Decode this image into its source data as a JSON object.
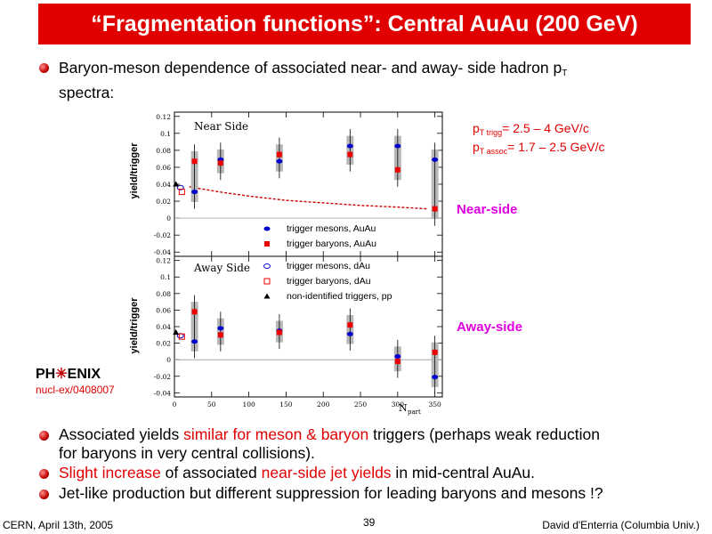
{
  "title": "“Fragmentation functions”: Central AuAu (200 GeV)",
  "bullets": {
    "b1_line1_main": "Baryon-meson dependence of associated near- and away- side hadron p",
    "b1_line1_sub": "T",
    "b1_line2": "spectra:",
    "b2_prefix": "Associated yields ",
    "b2_red": "similar for meson & baryon",
    "b2_suffix": " triggers (perhaps weak reduction",
    "b2_line2": "for baryons in very central collisions).",
    "b3_red1": "Slight increase",
    "b3_mid": " of associated ",
    "b3_red2": "near-side jet yields",
    "b3_suffix": " in mid-central AuAu.",
    "b4": "Jet-like production but different suppression for leading baryons and mesons !?"
  },
  "annotations": {
    "ptrig_p": "p",
    "ptrig_sub": "T trigg",
    "ptrig_val": "= 2.5 – 4 GeV/c",
    "passoc_p": "p",
    "passoc_sub": "T assoc",
    "passoc_val": "= 1.7 – 2.5 GeV/c",
    "near_side": "Near-side",
    "away_side": "Away-side",
    "phenix_left": "PH",
    "phenix_right": "ENIX",
    "ref": "nucl-ex/0408007"
  },
  "footer": {
    "left": "CERN, April 13th, 2005",
    "center": "39",
    "right": "David d'Enterria (Columbia Univ.)"
  },
  "colors": {
    "accent": "#e00000",
    "magenta": "#e000e0",
    "meson": "#0000cc",
    "baryon": "#ee0000"
  },
  "chart_data": [
    {
      "type": "scatter",
      "panel_label": "Near Side",
      "xlabel": "N",
      "xlabel_sub": "part",
      "ylabel": "yield/trigger",
      "xlim": [
        0,
        360
      ],
      "ylim": [
        -0.045,
        0.125
      ],
      "xticks": [
        0,
        50,
        100,
        150,
        200,
        250,
        300,
        350
      ],
      "yticks": [
        -0.04,
        -0.02,
        0,
        0.02,
        0.04,
        0.06,
        0.08,
        0.1,
        0.12
      ],
      "ytick_labels": [
        "-0.04",
        "-0.02",
        "0",
        "0.02",
        "0.04",
        "0.06",
        "0.08",
        "0.1",
        "0.12"
      ],
      "legend": [
        "trigger mesons, AuAu",
        "trigger baryons, AuAu"
      ],
      "series": [
        {
          "name": "trigger mesons, AuAu",
          "marker": "filled-circle",
          "x": [
            27,
            62,
            141,
            236,
            300,
            350
          ],
          "y": [
            0.031,
            0.069,
            0.067,
            0.085,
            0.085,
            0.069
          ]
        },
        {
          "name": "trigger baryons, AuAu",
          "marker": "filled-square",
          "x": [
            27,
            62,
            141,
            236,
            300,
            350
          ],
          "y": [
            0.067,
            0.065,
            0.075,
            0.075,
            0.057,
            0.011
          ]
        },
        {
          "name": "trigger mesons, dAu",
          "marker": "open-circle",
          "x": [
            8
          ],
          "y": [
            0.036
          ]
        },
        {
          "name": "trigger baryons, dAu",
          "marker": "open-square",
          "x": [
            10
          ],
          "y": [
            0.031
          ]
        },
        {
          "name": "non-identified triggers, pp",
          "marker": "triangle",
          "x": [
            2
          ],
          "y": [
            0.04
          ]
        }
      ],
      "reference_curve": {
        "x": [
          20,
          60,
          100,
          150,
          200,
          250,
          300,
          340
        ],
        "y": [
          0.037,
          0.031,
          0.026,
          0.021,
          0.018,
          0.015,
          0.013,
          0.011
        ]
      }
    },
    {
      "type": "scatter",
      "panel_label": "Away Side",
      "xlabel": "N",
      "xlabel_sub": "part",
      "ylabel": "yield/trigger",
      "xlim": [
        0,
        360
      ],
      "ylim": [
        -0.045,
        0.125
      ],
      "xticks": [
        0,
        50,
        100,
        150,
        200,
        250,
        300,
        350
      ],
      "xtick_labels": [
        "0",
        "50",
        "100",
        "150",
        "200",
        "250",
        "300",
        "350"
      ],
      "yticks": [
        -0.04,
        -0.02,
        0,
        0.02,
        0.04,
        0.06,
        0.08,
        0.1,
        0.12
      ],
      "ytick_labels": [
        "-0.04",
        "-0.02",
        "0",
        "0.02",
        "0.04",
        "0.06",
        "0.08",
        "0.1",
        "0.12"
      ],
      "legend": [
        "trigger mesons, dAu",
        "trigger baryons, dAu",
        "non-identified triggers, pp"
      ],
      "series": [
        {
          "name": "trigger mesons, AuAu",
          "marker": "filled-circle",
          "x": [
            27,
            62,
            141,
            236,
            300,
            350
          ],
          "y": [
            0.022,
            0.038,
            0.035,
            0.031,
            0.004,
            -0.021
          ]
        },
        {
          "name": "trigger baryons, AuAu",
          "marker": "filled-square",
          "x": [
            27,
            62,
            141,
            236,
            300,
            350
          ],
          "y": [
            0.058,
            0.03,
            0.033,
            0.042,
            -0.002,
            0.009
          ]
        },
        {
          "name": "trigger mesons, dAu",
          "marker": "open-circle",
          "x": [
            8
          ],
          "y": [
            0.029
          ]
        },
        {
          "name": "trigger baryons, dAu",
          "marker": "open-square",
          "x": [
            10
          ],
          "y": [
            0.028
          ]
        },
        {
          "name": "non-identified triggers, pp",
          "marker": "triangle",
          "x": [
            2
          ],
          "y": [
            0.033
          ]
        }
      ]
    }
  ]
}
